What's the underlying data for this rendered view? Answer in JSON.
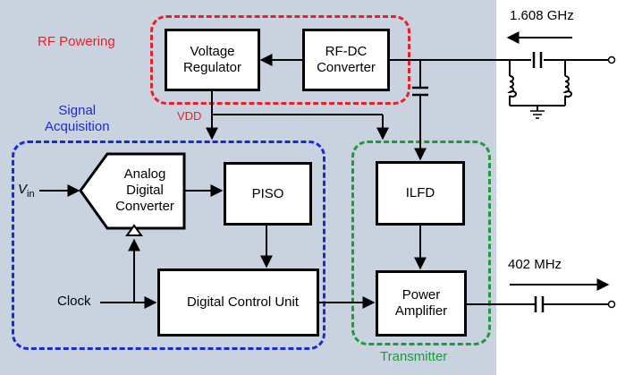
{
  "colors": {
    "panel_background": "#c9d3e0",
    "rf_powering": "#e8202a",
    "signal_acquisition": "#1d2ad0",
    "transmitter": "#1e9a3c"
  },
  "groups": {
    "rf_powering": "RF Powering",
    "signal_acquisition_line1": "Signal",
    "signal_acquisition_line2": "Acquisition",
    "transmitter": "Transmitter"
  },
  "blocks": {
    "voltage_regulator": [
      "Voltage",
      "Regulator"
    ],
    "rf_dc_converter": [
      "RF-DC",
      "Converter"
    ],
    "adc": [
      "Analog",
      "Digital",
      "Converter"
    ],
    "piso": "PISO",
    "ilfd": "ILFD",
    "digital_control_unit": "Digital Control Unit",
    "power_amplifier": [
      "Power",
      "Amplifier"
    ]
  },
  "signals": {
    "rf_input_freq": "1.608 GHz",
    "tx_output_freq": "402 MHz",
    "vdd": "VDD",
    "vin": "V",
    "vin_sub": "in",
    "clock": "Clock"
  }
}
